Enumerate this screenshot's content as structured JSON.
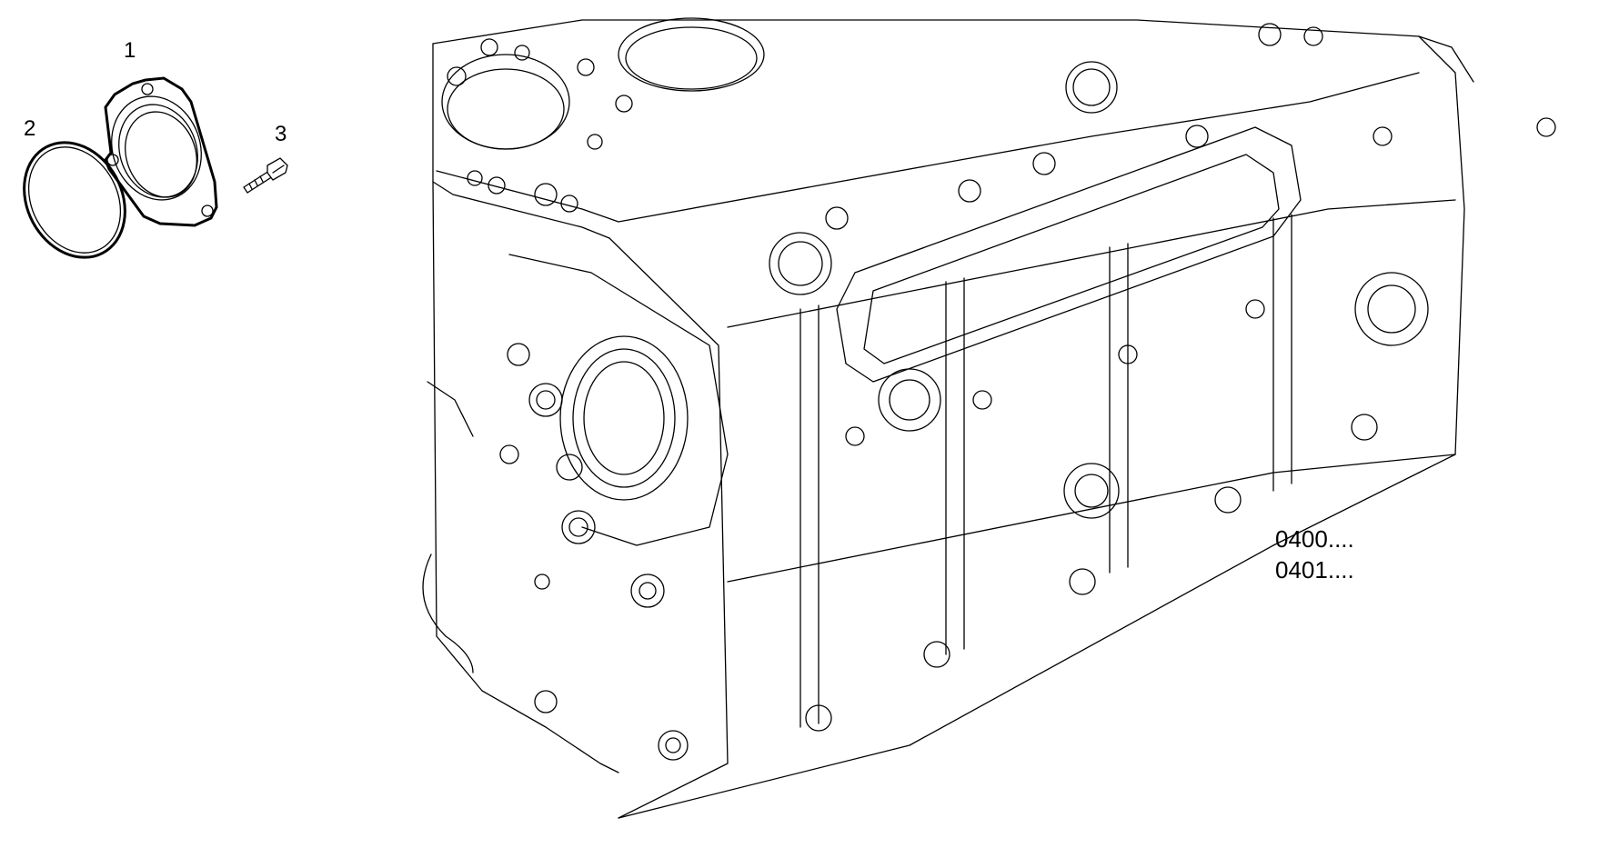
{
  "diagram": {
    "callouts": [
      {
        "number": "1",
        "part": "cover"
      },
      {
        "number": "2",
        "part": "o-ring"
      },
      {
        "number": "3",
        "part": "screw"
      }
    ],
    "reference_codes": [
      "0400....",
      "0401...."
    ]
  }
}
